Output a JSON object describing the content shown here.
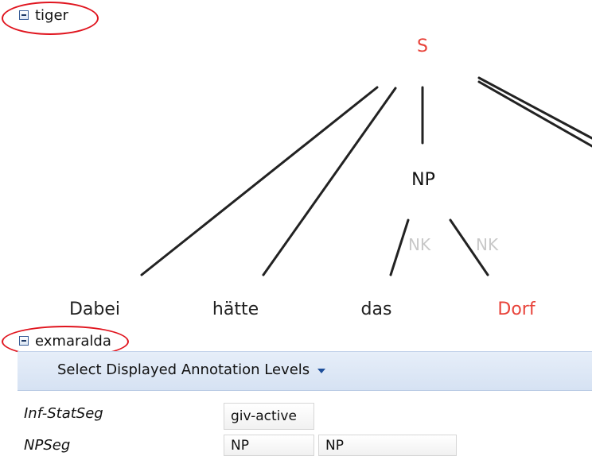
{
  "sections": {
    "tiger": {
      "title": "tiger"
    },
    "exmaralda": {
      "title": "exmaralda"
    }
  },
  "tree": {
    "root": {
      "label": "S",
      "color": "#e8433a"
    },
    "np": {
      "label": "NP"
    },
    "edges": {
      "nk_left": "NK",
      "nk_right": "NK"
    },
    "tokens": [
      {
        "text": "Dabei",
        "color": "#222222"
      },
      {
        "text": "hätte",
        "color": "#222222"
      },
      {
        "text": "das",
        "color": "#222222"
      },
      {
        "text": "Dorf",
        "color": "#e8433a"
      }
    ]
  },
  "annotation": {
    "select_levels_label": "Select Displayed Annotation Levels",
    "levels": [
      {
        "name": "Inf-StatSeg",
        "cells": [
          "giv-active"
        ]
      },
      {
        "name": "NPSeg",
        "cells": [
          "NP",
          "NP"
        ]
      }
    ]
  },
  "colors": {
    "highlight_ellipse": "#e0141e",
    "accent": "#e8433a",
    "toolbar_bg": "#dde7f5"
  }
}
